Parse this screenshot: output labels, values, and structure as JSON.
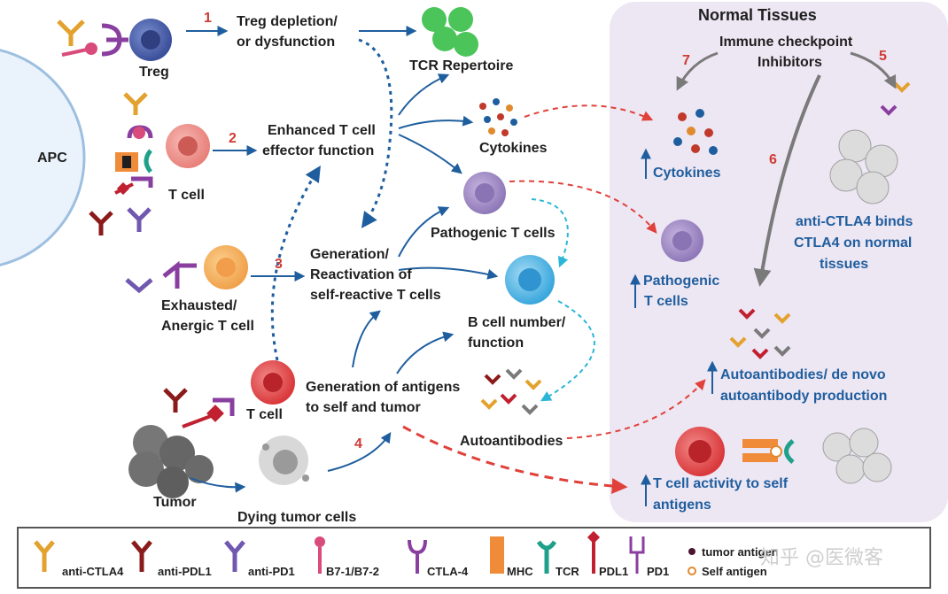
{
  "title": "Normal Tissues",
  "numbers": [
    "1",
    "2",
    "3",
    "4",
    "5",
    "6",
    "7"
  ],
  "left": {
    "apc": "APC",
    "treg": "Treg",
    "tcell": "T cell",
    "exhausted_l1": "Exhausted/",
    "exhausted_l2": "Anergic T cell",
    "tcell2": "T cell",
    "tumor": "Tumor",
    "dying": "Dying tumor cells"
  },
  "middle": {
    "treg_dep_l1": "Treg depletion/",
    "treg_dep_l2": "or dysfunction",
    "enhanced_l1": "Enhanced T cell",
    "enhanced_l2": "effector function",
    "generation_l1": "Generation/",
    "generation_l2": "Reactivation of",
    "generation_l3": "self-reactive T cells",
    "antigens_l1": "Generation of antigens",
    "antigens_l2": "to self and tumor"
  },
  "outcomes": {
    "tcr": "TCR Repertoire",
    "cytokines": "Cytokines",
    "pathogenic": "Pathogenic T cells",
    "bcell_l1": "B cell number/",
    "bcell_l2": "function",
    "autoantibodies": "Autoantibodies"
  },
  "right": {
    "checkpoint_l1": "Immune checkpoint",
    "checkpoint_l2": "Inhibitors",
    "cytokines": "Cytokines",
    "pathogenic_l1": "Pathogenic",
    "pathogenic_l2": "T cells",
    "ctla4_l1": "anti-CTLA4 binds",
    "ctla4_l2": "CTLA4 on normal",
    "ctla4_l3": "tissues",
    "auto_l1": "Autoantibodies/ de novo",
    "auto_l2": "autoantibody production",
    "tact_l1": "T cell activity to self",
    "tact_l2": "antigens"
  },
  "legend": {
    "items": [
      "anti-CTLA4",
      "anti-PDL1",
      "anti-PD1",
      "B7-1/B7-2",
      "CTLA-4",
      "MHC",
      "TCR",
      "PDL1",
      "PD1"
    ],
    "tumor_antigen": "tumor antigen",
    "self_antigen": "Self antigen"
  },
  "watermark": "知乎 @医微客",
  "colors": {
    "arrow_blue": "#1f5e9e",
    "arrow_red": "#e0413a",
    "arrow_cyan": "#2bb6d8",
    "panel_bg": "#ede6f3",
    "number_red": "#d03a33"
  }
}
